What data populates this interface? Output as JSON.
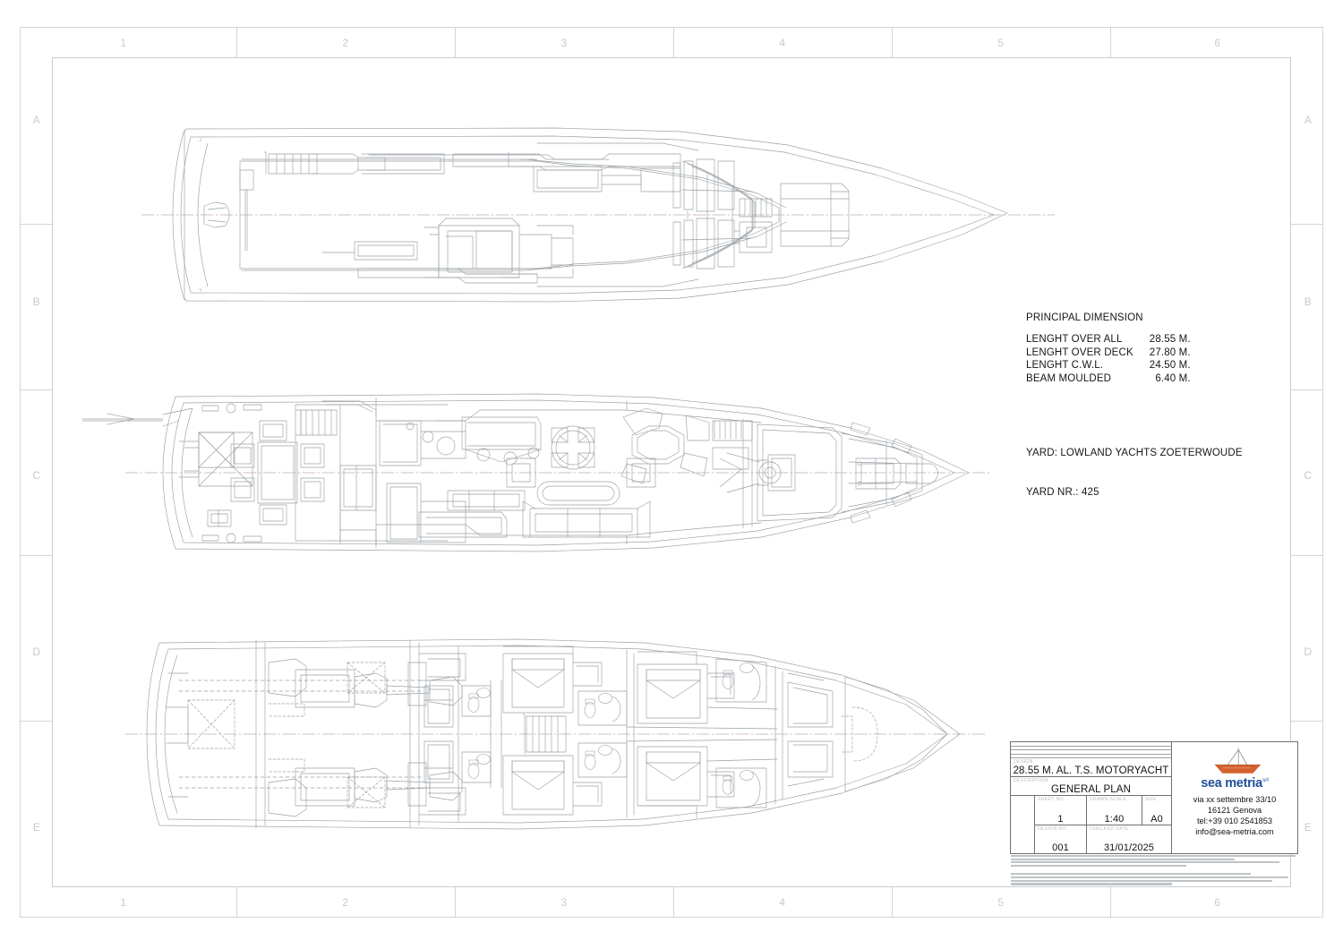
{
  "frame": {
    "columns": [
      "1",
      "2",
      "3",
      "4",
      "5",
      "6"
    ],
    "rows": [
      "A",
      "B",
      "C",
      "D",
      "E"
    ]
  },
  "principal_dimension": {
    "heading": "PRINCIPAL DIMENSION",
    "rows": [
      {
        "label": "LENGHT OVER ALL",
        "value": "28.55 M."
      },
      {
        "label": "LENGHT OVER DECK",
        "value": "27.80 M."
      },
      {
        "label": "LENGHT C.W.L.",
        "value": "24.50 M."
      },
      {
        "label": "BEAM MOULDED",
        "value": "6.40 M."
      }
    ]
  },
  "yard": {
    "line1": "YARD: LOWLAND YACHTS ZOETERWOUDE",
    "line2": "YARD NR.: 425"
  },
  "title_block": {
    "design_caption": "DESIGN",
    "design_value": "28.55 M. AL. T.S. MOTORYACHT",
    "description_caption": "DESCRIPTION",
    "description_value": "GENERAL  PLAN",
    "sheet_no_caption": "SHEET  NO.",
    "sheet_no_value": "1",
    "drawn_scale_caption": "DRAWN  SCALE",
    "drawn_scale_value": "1:40",
    "size_caption": "SIZE",
    "size_value": "A0",
    "design_no_caption": "DESIGN  NO.",
    "design_no_value": "001",
    "checked_date_caption": "CHECKED DATE",
    "checked_date_value": "31/01/2025"
  },
  "company": {
    "logo_icon": "sailboat-icon",
    "brand": "sea metria",
    "brand_suffix": "srl",
    "address_line1": "via xx settembre 33/10",
    "address_line2": "16121 Genova",
    "phone": "tel:+39 010 2541853",
    "email": "info@sea-metria.com"
  },
  "colors": {
    "line": "#8f9499",
    "frame": "#d2d5d8",
    "brand_blue": "#1f4f9c",
    "hull_orange": "#d4622e",
    "centerline": "#b9a8a8"
  },
  "drawings": [
    {
      "name": "flybridge-deck-plan",
      "label": "Flybridge / upper deck plan view"
    },
    {
      "name": "main-deck-plan",
      "label": "Main deck plan view"
    },
    {
      "name": "lower-deck-plan",
      "label": "Lower deck accommodation plan view"
    }
  ]
}
